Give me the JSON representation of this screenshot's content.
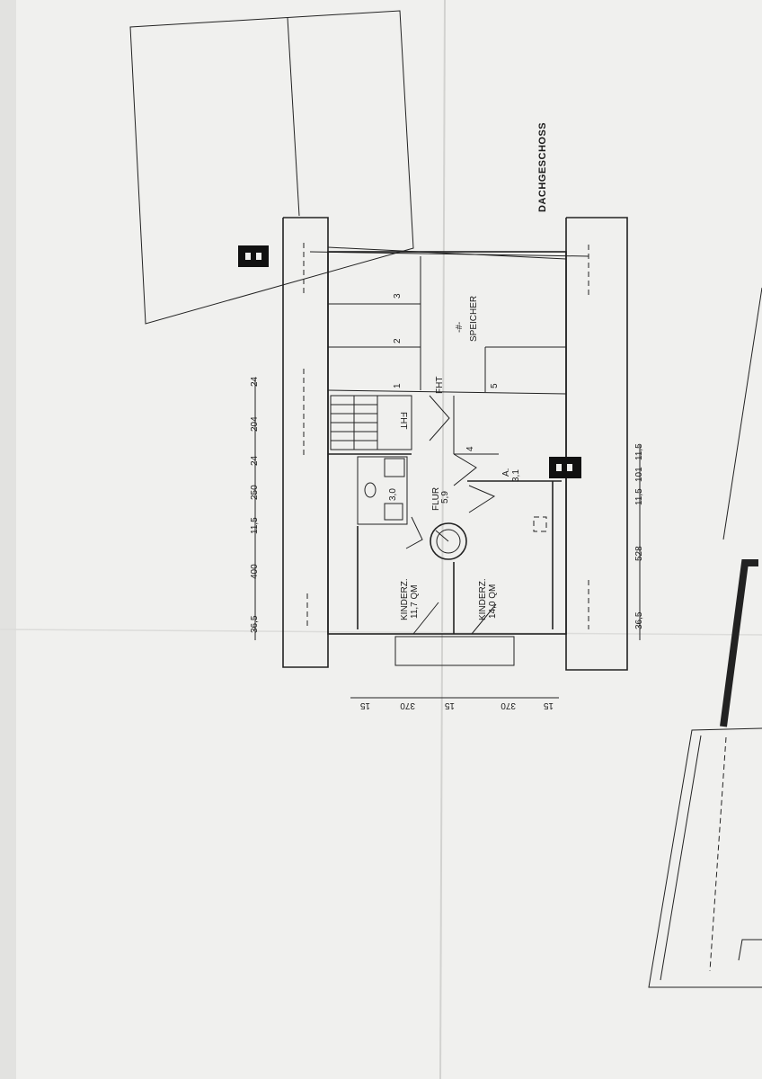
{
  "drawing": {
    "title": "DACHGESCHOSS",
    "rooms": [
      {
        "name": "SPEICHER",
        "area": ""
      },
      {
        "name": "FLUR",
        "area": "5,9"
      },
      {
        "name": "KINDERZ.",
        "area": "11,7 QM"
      },
      {
        "name": "KINDERZ.",
        "area": "14,0 QM"
      },
      {
        "name": "A.",
        "area": "3,1"
      }
    ],
    "bath_area": "3,0",
    "labels": {
      "fht_top": "FHT",
      "fht_stair": "FHT",
      "speicher_symbol": "-#-"
    },
    "markers": [
      "1",
      "2",
      "3",
      "4",
      "5"
    ],
    "dims_left": [
      "24",
      "204",
      "24",
      "250",
      "11,5",
      "400",
      "36,5"
    ],
    "dims_bottom": [
      "15",
      "370",
      "15",
      "370",
      "15"
    ],
    "dims_right": [
      "11,5",
      "101",
      "11,5",
      "528",
      "36,5"
    ]
  }
}
